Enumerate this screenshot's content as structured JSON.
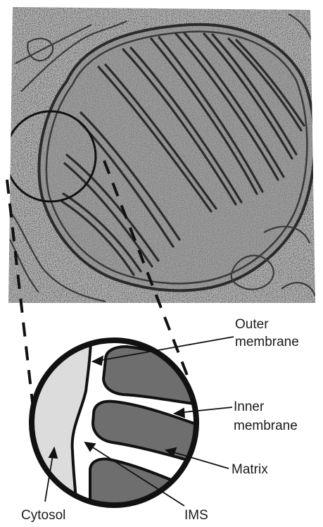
{
  "labels": {
    "outer_membrane": [
      "Outer",
      "membrane"
    ],
    "inner_membrane": [
      "Inner",
      "membrane"
    ],
    "matrix": "Matrix",
    "cytosol": "Cytosol",
    "ims": "IMS"
  },
  "colors": {
    "background": "#ffffff",
    "micrograph_base": "#c9c9c9",
    "membrane": "#262626",
    "cytosol_fill": "#dcdcdc",
    "matrix_fill": "#6e6e6e",
    "outline": "#111111"
  }
}
